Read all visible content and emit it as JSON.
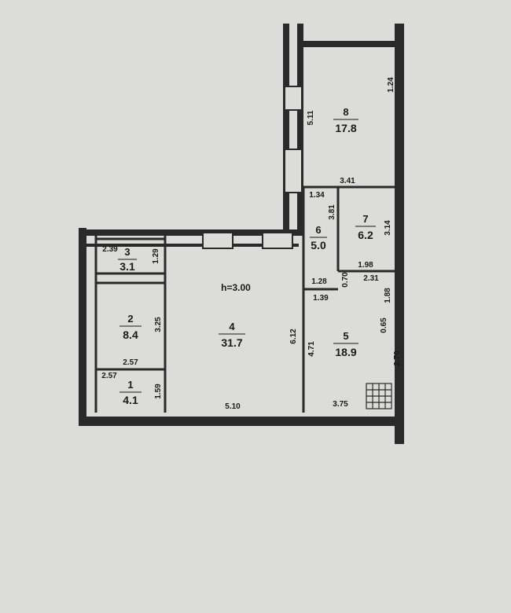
{
  "plan": {
    "ceiling_height": "h=3.00",
    "rooms": [
      {
        "number": "1",
        "area": "4.1"
      },
      {
        "number": "2",
        "area": "8.4"
      },
      {
        "number": "3",
        "area": "3.1"
      },
      {
        "number": "4",
        "area": "31.7"
      },
      {
        "number": "5",
        "area": "18.9"
      },
      {
        "number": "6",
        "area": "5.0"
      },
      {
        "number": "7",
        "area": "6.2"
      },
      {
        "number": "8",
        "area": "17.8"
      }
    ],
    "dimensions": [
      "1.24",
      "5.11",
      "3.41",
      "1.34",
      "3.81",
      "3.14",
      "1.98",
      "2.39",
      "1.29",
      "0.70",
      "2.31",
      "1.28",
      "1.39",
      "1.88",
      "3.25",
      "6.12",
      "4.71",
      "0.65",
      "2.57",
      "2.70",
      "2.57",
      "1.59",
      "5.10",
      "3.75"
    ]
  }
}
